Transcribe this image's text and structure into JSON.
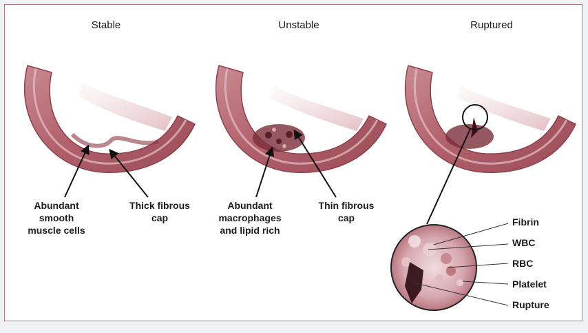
{
  "panels": [
    {
      "title": "Stable",
      "labels": [
        "Abundant\nsmooth\nmuscle cells",
        "Thick fibrous\ncap"
      ]
    },
    {
      "title": "Unstable",
      "labels": [
        "Abundant\nmacrophages\nand lipid rich",
        "Thin fibrous\ncap"
      ]
    },
    {
      "title": "Ruptured",
      "labels": []
    }
  ],
  "inset_labels": [
    "Fibrin",
    "WBC",
    "RBC",
    "Platelet",
    "Rupture"
  ],
  "colors": {
    "frame": "#c9747c",
    "vessel": "#b76a73",
    "lumen_wall": "#8f3f4a",
    "plaque": "#7a2e3a"
  }
}
